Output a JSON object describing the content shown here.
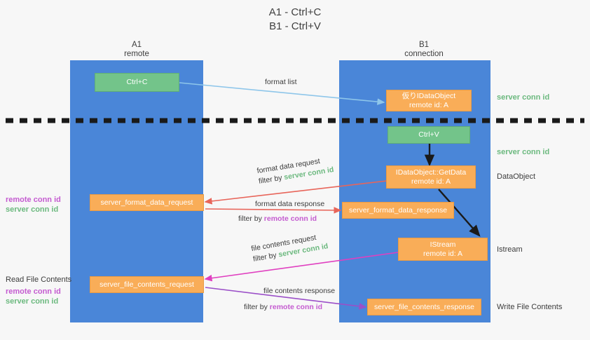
{
  "title": {
    "line1": "A1 - Ctrl+C",
    "line2": "B1 - Ctrl+V"
  },
  "columns": [
    {
      "name": "A1",
      "sub": "remote"
    },
    {
      "name": "B1",
      "sub": "connection"
    }
  ],
  "nodes": {
    "ctrl_c": {
      "label": "Ctrl+C",
      "color": "#73c48a"
    },
    "idataobject_top": {
      "line1": "仮りIDataObject",
      "line2": "remote id: A",
      "color": "#f9ad58"
    },
    "ctrl_v": {
      "label": "Ctrl+V",
      "color": "#73c48a"
    },
    "getdata": {
      "line1": "IDataObject::GetData",
      "line2": "remote id: A",
      "color": "#f9ad58"
    },
    "istream": {
      "line1": "IStream",
      "line2": "remote id: A",
      "color": "#f9ad58"
    },
    "server_format_data_request": {
      "label": "server_format_data_request",
      "color": "#f9ad58"
    },
    "server_format_data_response": {
      "label": "server_format_data_response",
      "color": "#f9ad58"
    },
    "server_file_contents_request": {
      "label": "server_file_contents_request",
      "color": "#f9ad58"
    },
    "server_file_contents_response": {
      "label": "server_file_contents_response",
      "color": "#f9ad58"
    }
  },
  "annotations": {
    "format_list": "format list",
    "format_data_request": "format data request",
    "format_data_request_filter_prefix": "filter by ",
    "format_data_request_filter_value": "server conn id",
    "format_data_response": "format data response",
    "format_data_response_filter_prefix": "filter by ",
    "format_data_response_filter_value": "remote conn id",
    "file_contents_request": "file contents request",
    "file_contents_request_filter_prefix": "filter by ",
    "file_contents_request_filter_value": "server conn id",
    "file_contents_response": "file contents response",
    "file_contents_response_filter_prefix": "filter by ",
    "file_contents_response_filter_value": "remote conn id"
  },
  "left_labels": {
    "group1_remote": "remote conn id",
    "group1_server": "server conn id",
    "read_file_contents": "Read File Contents",
    "group2_remote": "remote conn id",
    "group2_server": "server conn id"
  },
  "right_labels": {
    "server_conn_id_top": "server conn id",
    "server_conn_id_mid": "server conn id",
    "dataobject": "DataObject",
    "istream": "Istream",
    "write_file_contents": "Write File Contents"
  },
  "colors": {
    "lane": "#4a86d8",
    "green_node": "#73c48a",
    "orange_node": "#f9ad58",
    "green_text": "#6cb97f",
    "purple_text": "#c45bd0",
    "arrow_blue": "#8ec6ea",
    "arrow_red": "#e8655a",
    "arrow_magenta": "#e040c0",
    "arrow_purple": "#9b4fc8",
    "arrow_dark": "#1a1a1a",
    "background": "#f7f7f7"
  }
}
